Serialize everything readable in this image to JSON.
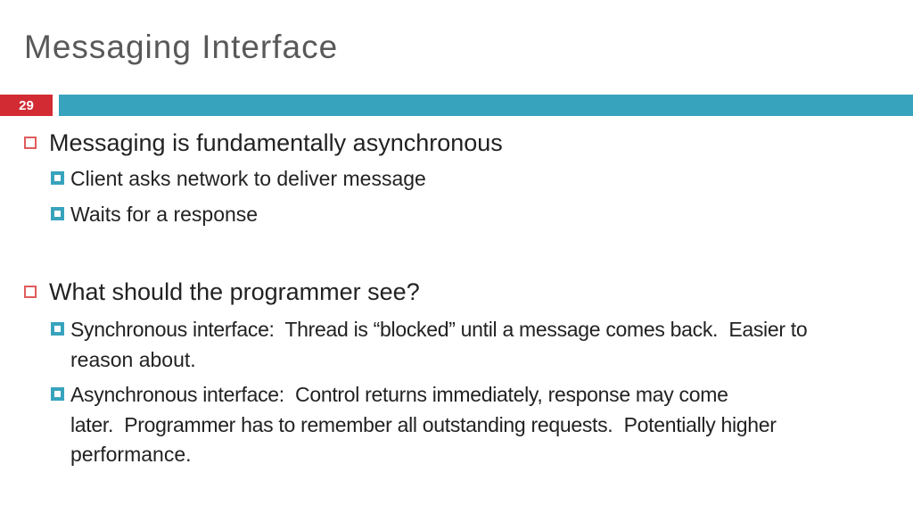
{
  "slide": {
    "title": "Messaging Interface",
    "page_number": "29",
    "theme_colors": {
      "accent_teal": "#38A3BD",
      "page_number_red": "#D22B33",
      "bullet_outline_red": "#E05C5C",
      "title_gray": "#595959",
      "body_text": "#222222"
    }
  },
  "content": {
    "bullets": [
      {
        "label": "Messaging is fundamentally asynchronous",
        "subs": [
          {
            "lines": [
              "Client asks network to deliver message"
            ]
          },
          {
            "lines": [
              "Waits for a response"
            ]
          }
        ]
      },
      {
        "label": "What should the programmer see?",
        "subs": [
          {
            "lines": [
              "Synchronous interface:  Thread is “blocked” until a message comes back.  Easier to",
              "reason about."
            ]
          },
          {
            "lines": [
              "Asynchronous interface:  Control returns immediately, response may come",
              "later.  Programmer has to remember all outstanding requests.  Potentially higher",
              "performance."
            ]
          }
        ]
      }
    ]
  }
}
